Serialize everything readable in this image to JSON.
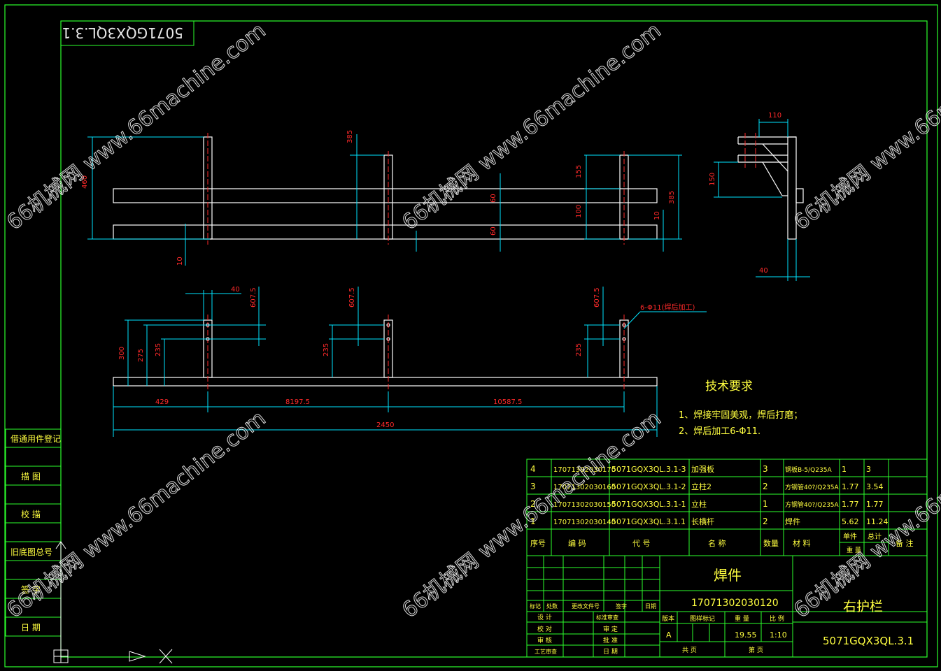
{
  "drawing_code_mirrored": "5071GQX3QL.3.1",
  "dimensions": {
    "top_460": "460",
    "top_385_mid": "385",
    "top_10_left": "10",
    "top_60_a": "60",
    "top_60_b": "60",
    "top_155": "155",
    "top_100": "100",
    "top_385_right": "385",
    "top_10_right": "10",
    "side_110": "110",
    "side_150": "150",
    "side_40": "40",
    "bottom_40": "40",
    "bottom_607_5_a": "607.5",
    "bottom_607_5_b": "607.5",
    "bottom_607_5_c": "607.5",
    "bottom_300": "300",
    "bottom_275": "275",
    "bottom_235_a": "235",
    "bottom_235_b": "235",
    "bottom_235_c": "235",
    "bottom_429": "429",
    "bottom_8197_5": "8197.5",
    "bottom_10587_5": "10587.5",
    "bottom_2450": "2450",
    "hole_note": "6-Φ11(焊后加工)"
  },
  "tech_requirements": {
    "title": "技术要求",
    "item1": "1、焊接牢固美观，焊后打磨；",
    "item2": "2、焊后加工6-Φ11."
  },
  "left_strip": [
    "借通用件登记",
    "描 图",
    "校 描",
    "旧底图总号",
    "签 字",
    "日 期"
  ],
  "bom_rows": [
    {
      "no": "4",
      "code": "17071302030170",
      "part": "5071GQX3QL.3.1-3",
      "name": "加强板",
      "qty": "3",
      "material": "钢板B-5/Q235A",
      "unit_wt": "1",
      "total_wt": "3"
    },
    {
      "no": "3",
      "code": "17071302030160",
      "part": "5071GQX3QL.3.1-2",
      "name": "立柱2",
      "qty": "2",
      "material": "方钢管40?/Q235A",
      "unit_wt": "1.77",
      "total_wt": "3.54"
    },
    {
      "no": "2",
      "code": "17071302030150",
      "part": "5071GQX3QL.3.1-1",
      "name": "立柱",
      "qty": "1",
      "material": "方钢管40?/Q235A",
      "unit_wt": "1.77",
      "total_wt": "1.77"
    },
    {
      "no": "1",
      "code": "17071302030140",
      "part": "5071GQX3QL.3.1.1",
      "name": "长横杆",
      "qty": "2",
      "material": "焊件",
      "unit_wt": "5.62",
      "total_wt": "11.24"
    }
  ],
  "bom_header": {
    "no": "序号",
    "code": "编 码",
    "part": "代 号",
    "name": "名 称",
    "qty": "数量",
    "material": "材 料",
    "unit": "单件",
    "total": "总计",
    "weight": "重 量",
    "remark": "备 注"
  },
  "title_block": {
    "weldment": "焊件",
    "code": "17071302030120",
    "part_name": "右护栏",
    "drawing_no": "5071GQX3QL.3.1",
    "version_label": "版本",
    "stage_label": "图样标记",
    "weight_label": "重 量",
    "scale_label": "比 例",
    "version": "A",
    "weight": "19.55",
    "scale": "1:10",
    "sheets_label": "共 页",
    "sheet_label": "第 页",
    "rev_mark": "标记",
    "rev_qty": "处数",
    "rev_doc": "更改文件号",
    "rev_sign": "签字",
    "rev_date": "日期",
    "design": "设 计",
    "check": "校 对",
    "review": "审 核",
    "process": "工艺审查",
    "std": "标准审查",
    "approve_a": "审 定",
    "approve_b": "批 准",
    "date_label": "日 期"
  },
  "watermark": "66机械网 www.66machine.com",
  "colors": {
    "line": "#ffffff",
    "dim": "#00e5ff",
    "dim_text": "#ff2a2a",
    "frame": "#2cff2c",
    "text": "#ffff40",
    "bg": "#000000"
  }
}
